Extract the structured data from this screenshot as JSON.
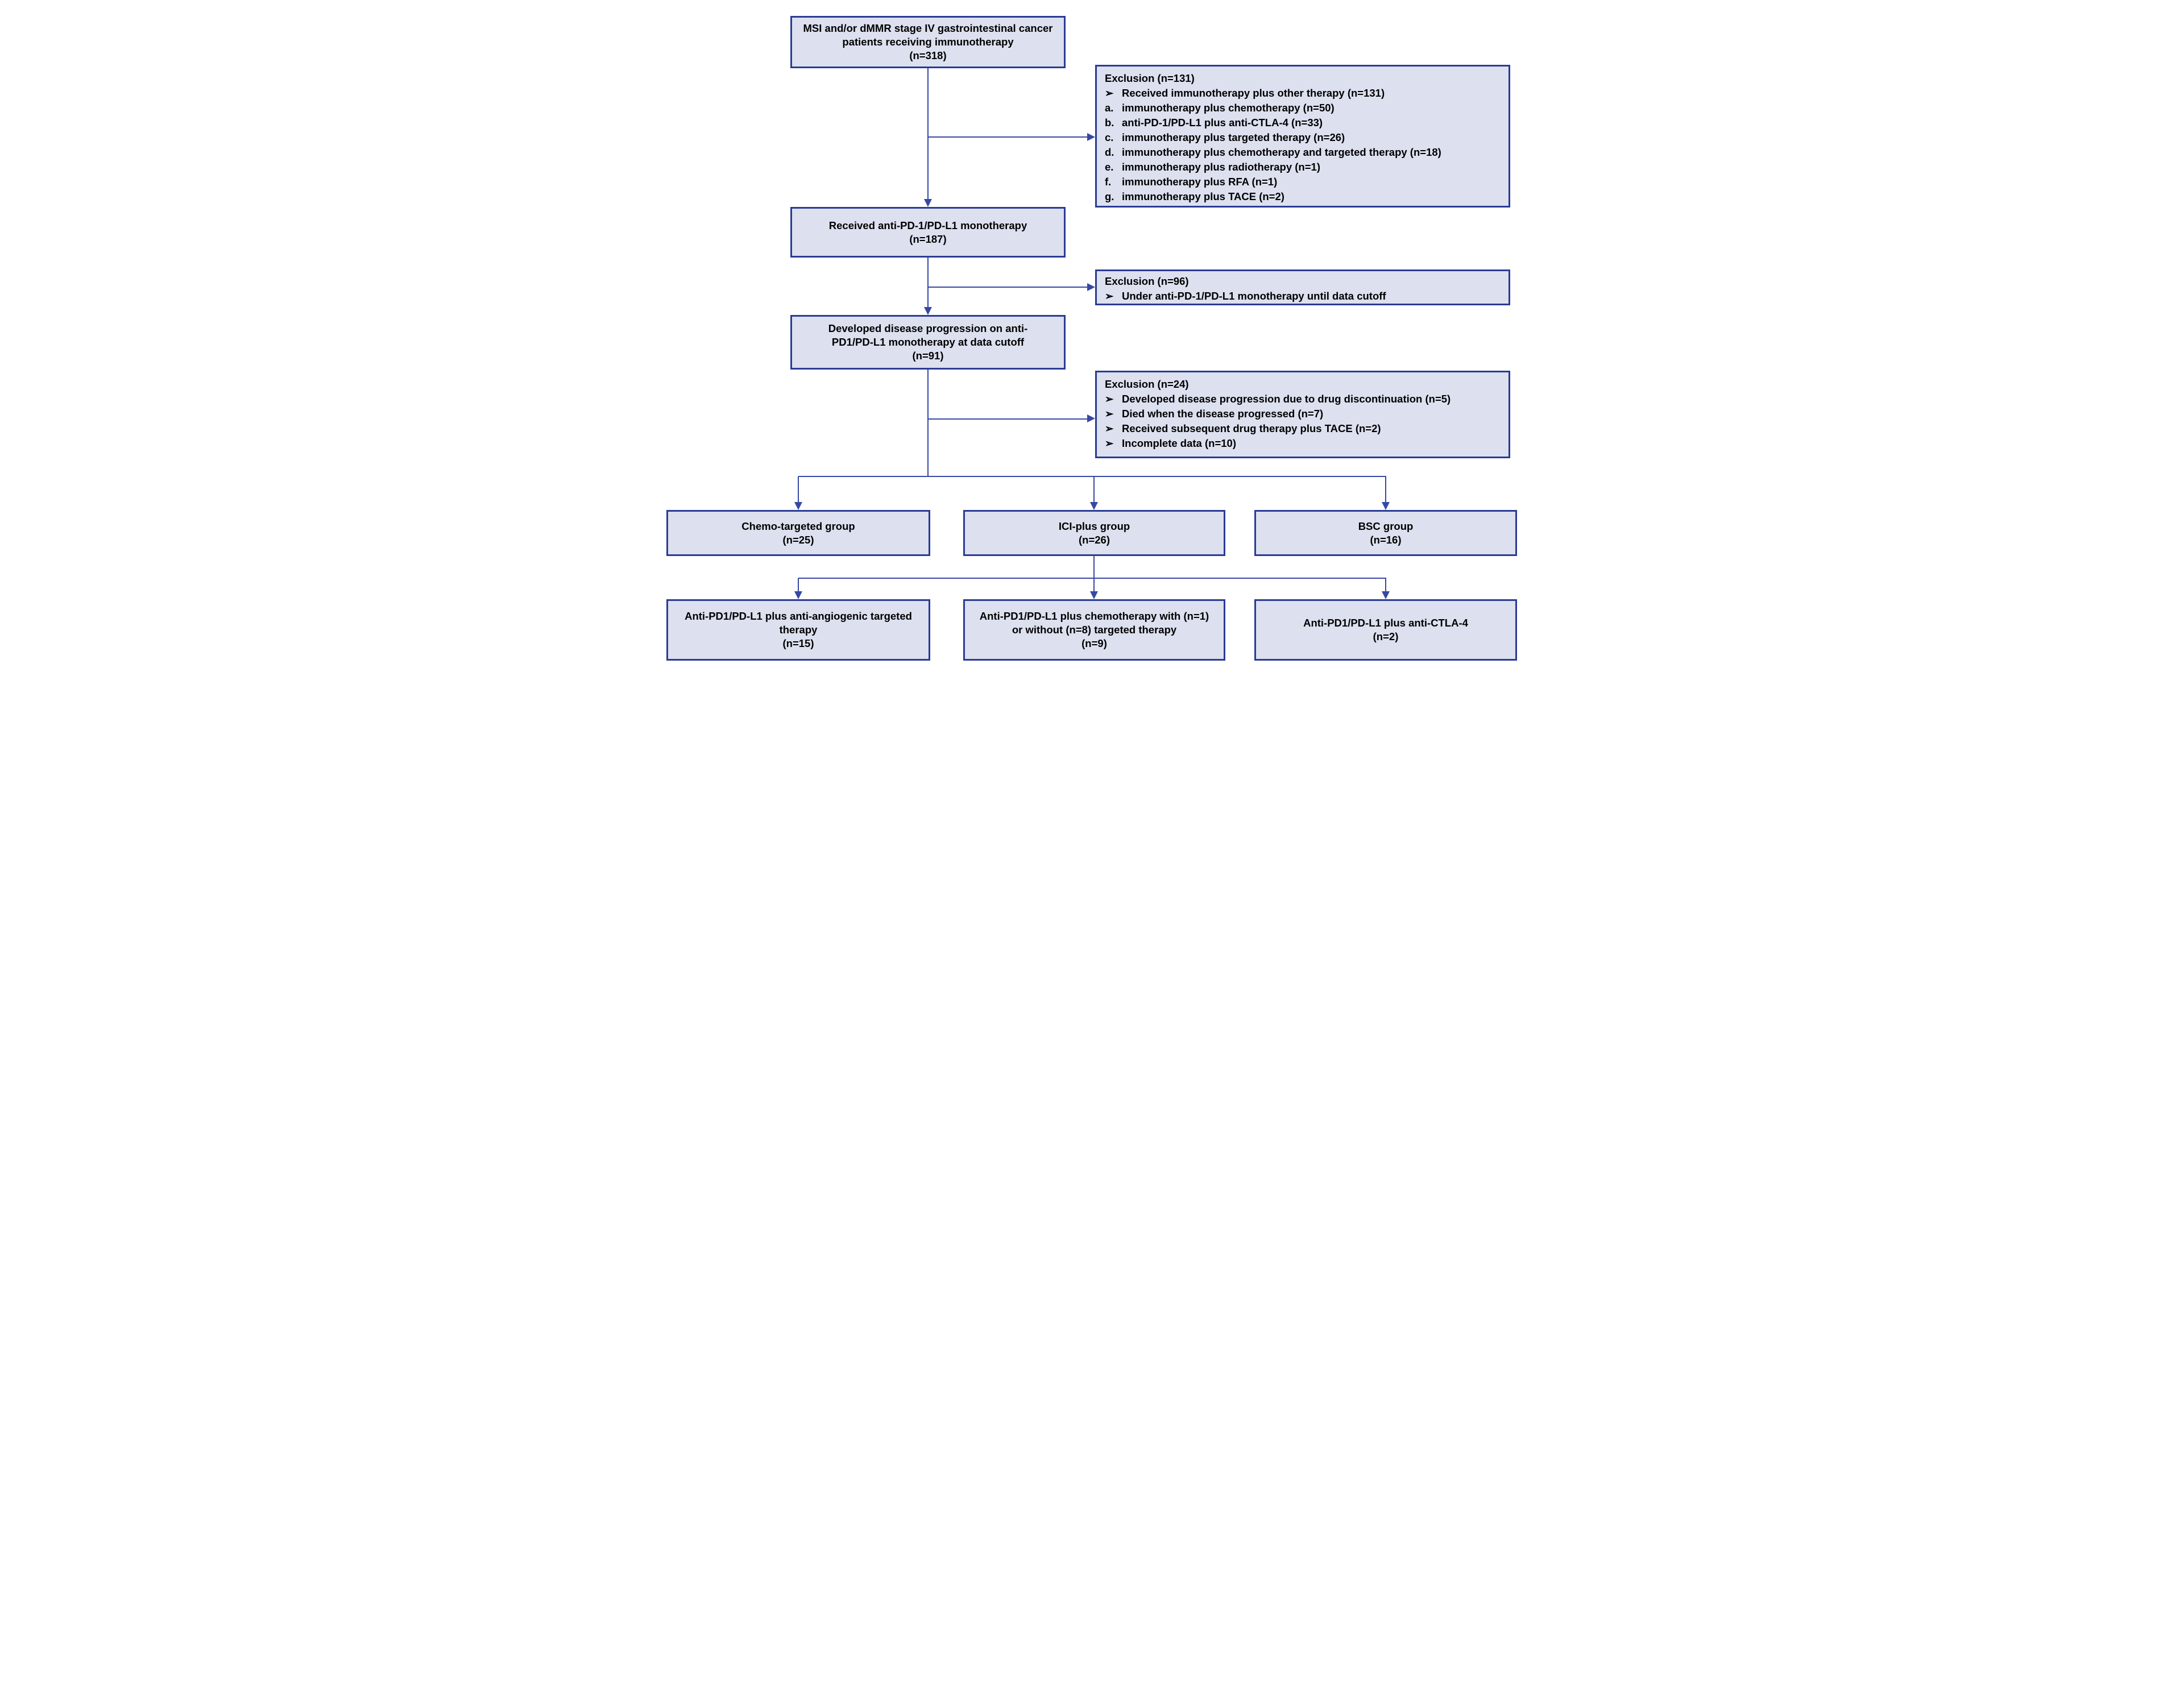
{
  "diagram": {
    "colors": {
      "box_fill": "#dce0ef",
      "box_border": "#2a3b94",
      "line": "#3748a3"
    },
    "top_box": {
      "label": "MSI and/or dMMR stage IV gastrointestinal cancer patients receiving immunotherapy",
      "count": "(n=318)"
    },
    "exclusion1": {
      "title": "Exclusion (n=131)",
      "items": [
        {
          "marker": "➢",
          "text": "Received immunotherapy plus other therapy (n=131)"
        },
        {
          "marker": "a.",
          "text": "immunotherapy plus chemotherapy (n=50)"
        },
        {
          "marker": "b.",
          "text": "anti-PD-1/PD-L1 plus anti-CTLA-4 (n=33)"
        },
        {
          "marker": "c.",
          "text": "immunotherapy plus targeted therapy (n=26)"
        },
        {
          "marker": "d.",
          "text": "immunotherapy plus chemotherapy and targeted therapy (n=18)"
        },
        {
          "marker": "e.",
          "text": "immunotherapy plus radiotherapy (n=1)"
        },
        {
          "marker": "f.",
          "text": "immunotherapy plus RFA (n=1)"
        },
        {
          "marker": "g.",
          "text": "immunotherapy plus TACE (n=2)"
        }
      ]
    },
    "monotherapy_box": {
      "label": "Received anti-PD-1/PD-L1 monotherapy",
      "count": "(n=187)"
    },
    "exclusion2": {
      "title": "Exclusion (n=96)",
      "items": [
        {
          "marker": "➢",
          "text": "Under anti-PD-1/PD-L1 monotherapy until data cutoff"
        }
      ]
    },
    "progression_box": {
      "label": "Developed disease progression on anti-PD1/PD-L1 monotherapy at data cutoff",
      "count": "(n=91)"
    },
    "exclusion3": {
      "title": "Exclusion (n=24)",
      "items": [
        {
          "marker": "➢",
          "text": "Developed disease progression due to drug discontinuation (n=5)"
        },
        {
          "marker": "➢",
          "text": "Died when the disease progressed (n=7)"
        },
        {
          "marker": "➢",
          "text": "Received subsequent drug therapy plus TACE (n=2)"
        },
        {
          "marker": "➢",
          "text": "Incomplete data (n=10)"
        }
      ]
    },
    "groups": [
      {
        "label": "Chemo-targeted group",
        "count": "(n=25)"
      },
      {
        "label": "ICI-plus group",
        "count": "(n=26)"
      },
      {
        "label": "BSC group",
        "count": "(n=16)"
      }
    ],
    "subgroups": [
      {
        "label": "Anti-PD1/PD-L1 plus anti-angiogenic targeted therapy",
        "count": "(n=15)"
      },
      {
        "label": "Anti-PD1/PD-L1 plus chemotherapy with (n=1) or without (n=8) targeted therapy",
        "count": "(n=9)"
      },
      {
        "label": "Anti-PD1/PD-L1 plus anti-CTLA-4",
        "count": "(n=2)"
      }
    ]
  }
}
